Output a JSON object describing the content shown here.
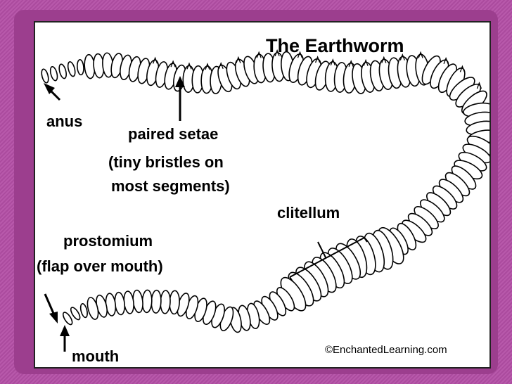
{
  "title": "The Earthworm",
  "labels": {
    "anus": "anus",
    "setae_1": "paired setae",
    "setae_2": "(tiny bristles on",
    "setae_3": "most segments)",
    "clitellum": "clitellum",
    "prostomium_1": "prostomium",
    "prostomium_2": "(flap over mouth)",
    "mouth": "mouth"
  },
  "copyright": "©EnchantedLearning.com",
  "colors": {
    "background": "#b44fa6",
    "frame": "#9c3e8e",
    "ink": "#000000"
  }
}
